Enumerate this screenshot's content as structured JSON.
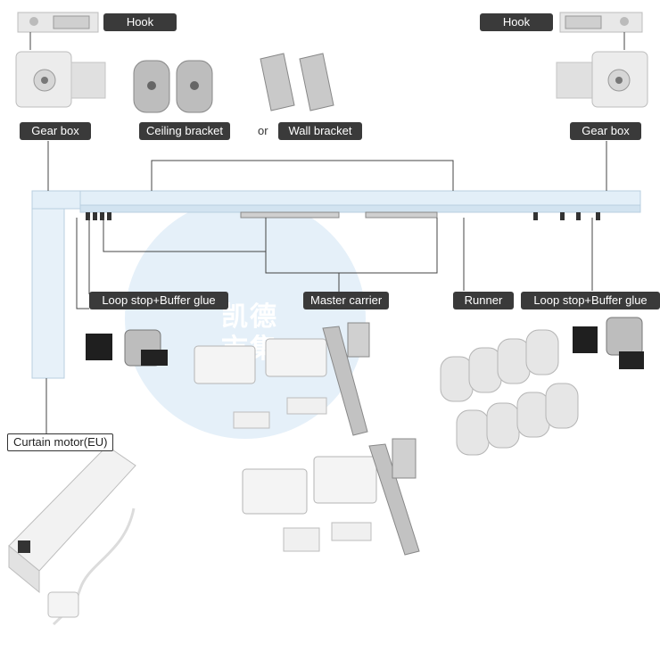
{
  "labels": {
    "hook_left": "Hook",
    "hook_right": "Hook",
    "gearbox_left": "Gear box",
    "gearbox_right": "Gear box",
    "ceiling_bracket": "Ceiling bracket",
    "or": "or",
    "wall_bracket": "Wall bracket",
    "loop_stop_left": "Loop stop+Buffer glue",
    "master_carrier": "Master carrier",
    "runner": "Runner",
    "loop_stop_right": "Loop stop+Buffer glue",
    "curtain_motor": "Curtain motor(EU)"
  },
  "watermark": {
    "line1": "凯德",
    "line2": "市集"
  },
  "colors": {
    "label_bg": "#3a3a3a",
    "rail": "#e3eff8",
    "rail_edge": "#b8cfe0",
    "watermark": "#dcebf7"
  }
}
